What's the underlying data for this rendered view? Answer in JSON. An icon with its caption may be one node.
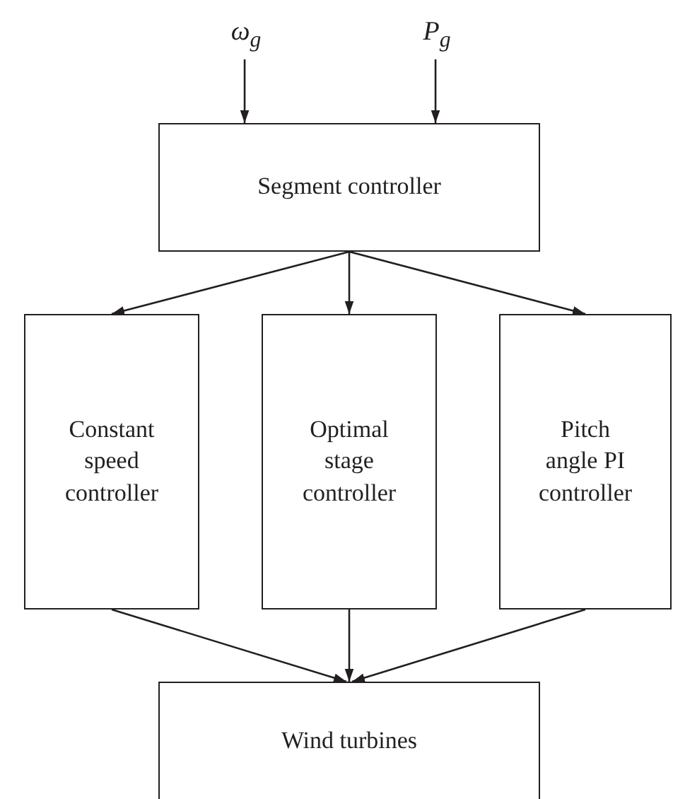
{
  "diagram": {
    "nodes": [
      {
        "text": [
          "ω$_{g}$"
        ]
      },
      {
        "text": [
          "P$_{g}$"
        ]
      },
      {
        "text": [
          "Segment controller"
        ]
      },
      {
        "text": [
          "Constant speed controller"
        ]
      },
      {
        "text": [
          "Optimal stage controller"
        ]
      },
      {
        "text": [
          "Pitch angle PI controller"
        ]
      },
      {
        "text": [
          "Wind turbines"
        ]
      }
    ],
    "edges": [
      {
        "from": 0,
        "to": 2,
        "arrow": "to"
      },
      {
        "from": 1,
        "to": 2,
        "arrow": "to"
      },
      {
        "from": 2,
        "to": 3,
        "arrow": "to"
      },
      {
        "from": 2,
        "to": 4,
        "arrow": "to"
      },
      {
        "from": 2,
        "to": 5,
        "arrow": "to"
      },
      {
        "from": 3,
        "to": 6,
        "arrow": "to"
      },
      {
        "from": 4,
        "to": 6,
        "arrow": "to"
      },
      {
        "from": 5,
        "to": 6,
        "arrow": "to"
      }
    ]
  }
}
